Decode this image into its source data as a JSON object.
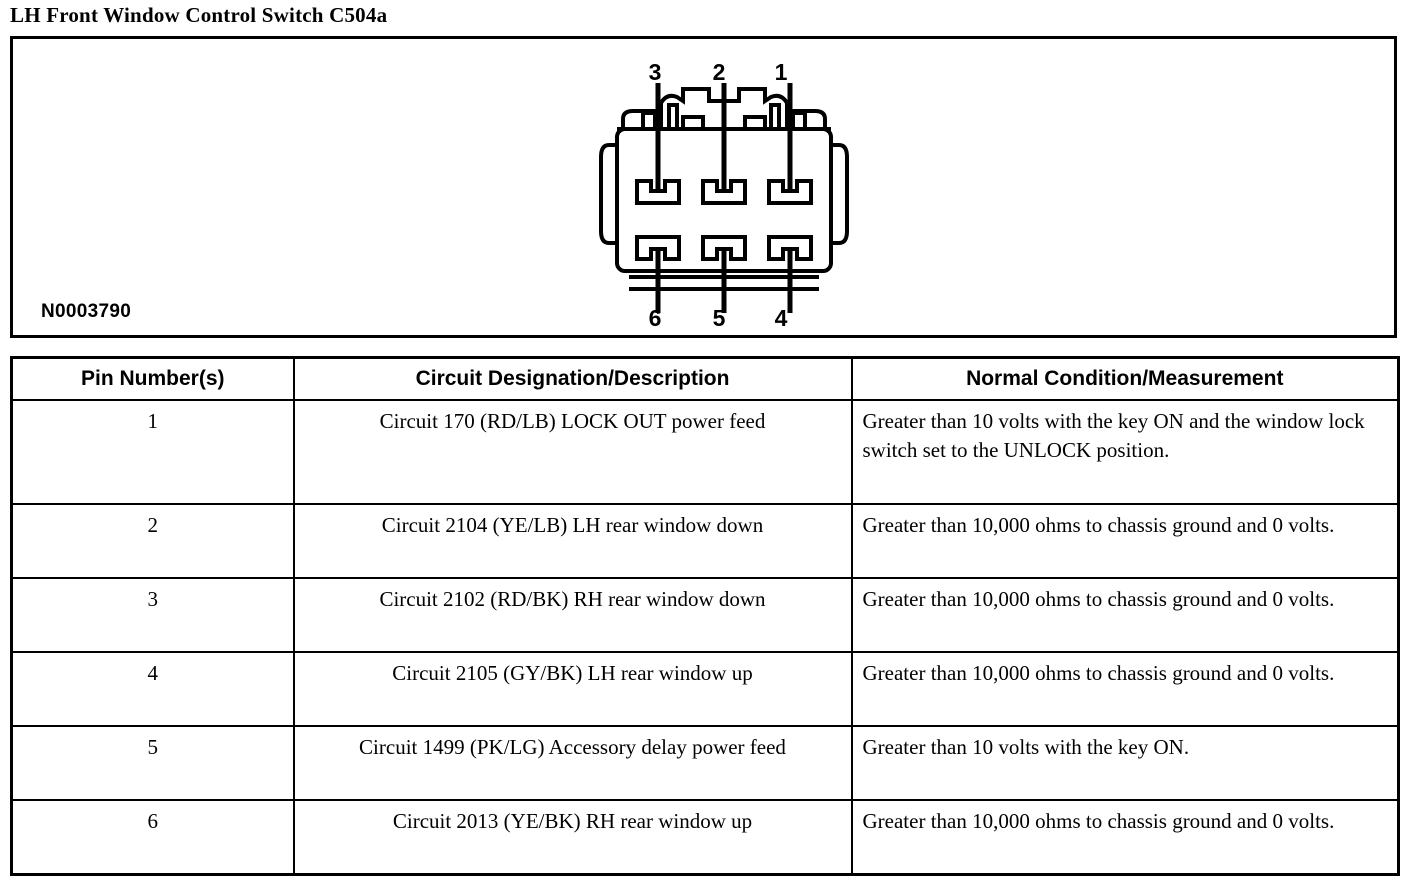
{
  "title": "LH Front Window Control Switch C504a",
  "figure": {
    "part_number": "N0003790",
    "connector": {
      "type": "6-way connector pin view",
      "top_row_labels": [
        "3",
        "2",
        "1"
      ],
      "bottom_row_labels": [
        "6",
        "5",
        "4"
      ]
    }
  },
  "table": {
    "headers": {
      "pin": "Pin Number(s)",
      "description": "Circuit Designation/Description",
      "condition": "Normal Condition/Measurement"
    },
    "rows": [
      {
        "pin": "1",
        "description": "Circuit 170 (RD/LB) LOCK OUT power feed",
        "condition": "Greater than 10 volts with the key ON and the window lock switch set to the UNLOCK position."
      },
      {
        "pin": "2",
        "description": "Circuit 2104 (YE/LB) LH rear window down",
        "condition": "Greater than 10,000 ohms to chassis ground and 0 volts."
      },
      {
        "pin": "3",
        "description": "Circuit 2102 (RD/BK) RH rear window down",
        "condition": "Greater than 10,000 ohms to chassis ground and 0 volts."
      },
      {
        "pin": "4",
        "description": "Circuit 2105 (GY/BK) LH rear window up",
        "condition": "Greater than 10,000 ohms to chassis ground and 0 volts."
      },
      {
        "pin": "5",
        "description": "Circuit 1499 (PK/LG) Accessory delay power feed",
        "condition": "Greater than 10 volts with the key ON."
      },
      {
        "pin": "6",
        "description": "Circuit 2013 (YE/BK) RH rear window up",
        "condition": "Greater than 10,000 ohms to chassis ground and 0 volts."
      }
    ]
  }
}
